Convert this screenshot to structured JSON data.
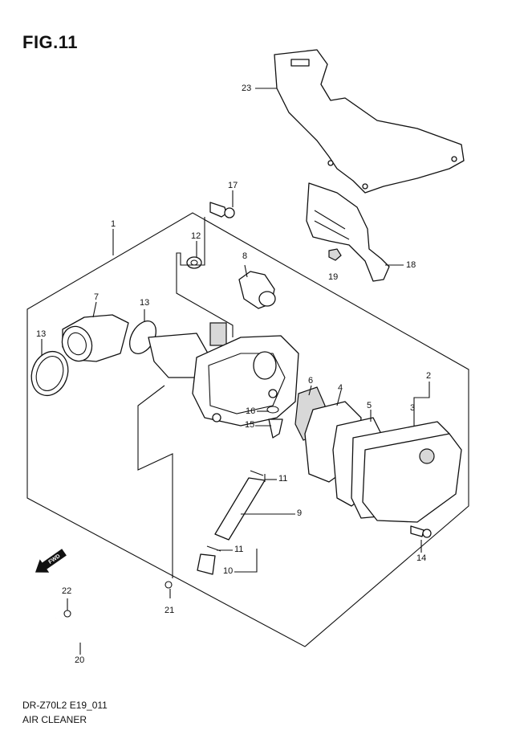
{
  "figure": {
    "title": "FIG.11",
    "code": "DR-Z70L2 E19_011",
    "name": "AIR CLEANER"
  },
  "fwd_label": "FWD",
  "callouts": [
    {
      "id": "23",
      "label": "23"
    },
    {
      "id": "17",
      "label": "17"
    },
    {
      "id": "18",
      "label": "18"
    },
    {
      "id": "19",
      "label": "19"
    },
    {
      "id": "1",
      "label": "1"
    },
    {
      "id": "12",
      "label": "12"
    },
    {
      "id": "8",
      "label": "8"
    },
    {
      "id": "7",
      "label": "7"
    },
    {
      "id": "13a",
      "label": "13"
    },
    {
      "id": "13b",
      "label": "13"
    },
    {
      "id": "6",
      "label": "6"
    },
    {
      "id": "4",
      "label": "4"
    },
    {
      "id": "2",
      "label": "2"
    },
    {
      "id": "3",
      "label": "3"
    },
    {
      "id": "5",
      "label": "5"
    },
    {
      "id": "16",
      "label": "16"
    },
    {
      "id": "15",
      "label": "15"
    },
    {
      "id": "11a",
      "label": "11"
    },
    {
      "id": "9",
      "label": "9"
    },
    {
      "id": "11b",
      "label": "11"
    },
    {
      "id": "10",
      "label": "10"
    },
    {
      "id": "14",
      "label": "14"
    },
    {
      "id": "22",
      "label": "22"
    },
    {
      "id": "21",
      "label": "21"
    },
    {
      "id": "20",
      "label": "20"
    }
  ]
}
